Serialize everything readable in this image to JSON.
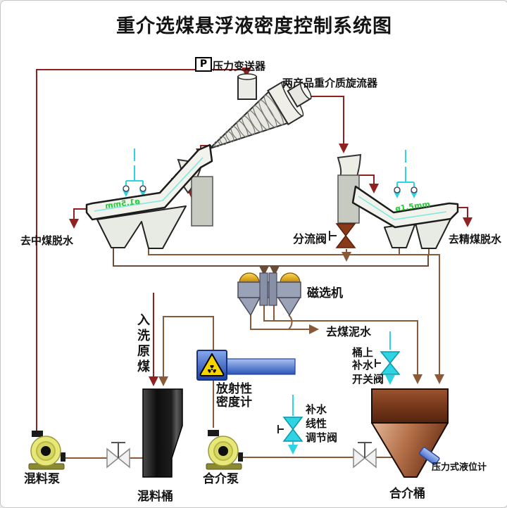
{
  "title": "重介选煤悬浮液密度控制系统图",
  "colors": {
    "line_red": "#8F2121",
    "line_brown": "#8A5A38",
    "line_dark_brown": "#6B4C38",
    "cyan": "#2FD4E4",
    "green_label": "#2EC840",
    "valve_brown": "#8A3A1A",
    "gold_dome": "#F2C020",
    "copper_tank": "#A5603A",
    "gauge_blue": "#3A66C8"
  },
  "instruments": {
    "pressure_transmitter": {
      "symbol": "P",
      "label": "压力变送器"
    },
    "density_meter": {
      "label_line1": "放射性",
      "label_line2": "密度计"
    },
    "level_gauge": {
      "label": "压力式液位计"
    }
  },
  "equipment": {
    "cyclone": {
      "label": "两产品重介质旋流器"
    },
    "magnetic_separator": {
      "label": "磁选机"
    },
    "screen_left": {
      "aperture": "ø1.5mm"
    },
    "screen_right": {
      "aperture": "ø1.5mm"
    },
    "mixing_pump": {
      "label": "混料泵"
    },
    "mixing_tank": {
      "label": "混料桶"
    },
    "medium_pump": {
      "label": "合介泵"
    },
    "medium_tank": {
      "label": "合介桶"
    }
  },
  "valves": {
    "splitter": {
      "label": "分流阀"
    },
    "tank_top_makeup": {
      "label_lines": [
        "桶上",
        "补水",
        "开关阀"
      ]
    },
    "makeup_linear": {
      "label_lines": [
        "补水",
        "线性",
        "调节阀"
      ]
    }
  },
  "streams": {
    "to_middlings_dewatering": "去中煤脱水",
    "to_clean_coal_dewatering": "去精煤脱水",
    "to_slime_water": "去煤泥水",
    "raw_coal_feed": "入洗原煤"
  }
}
